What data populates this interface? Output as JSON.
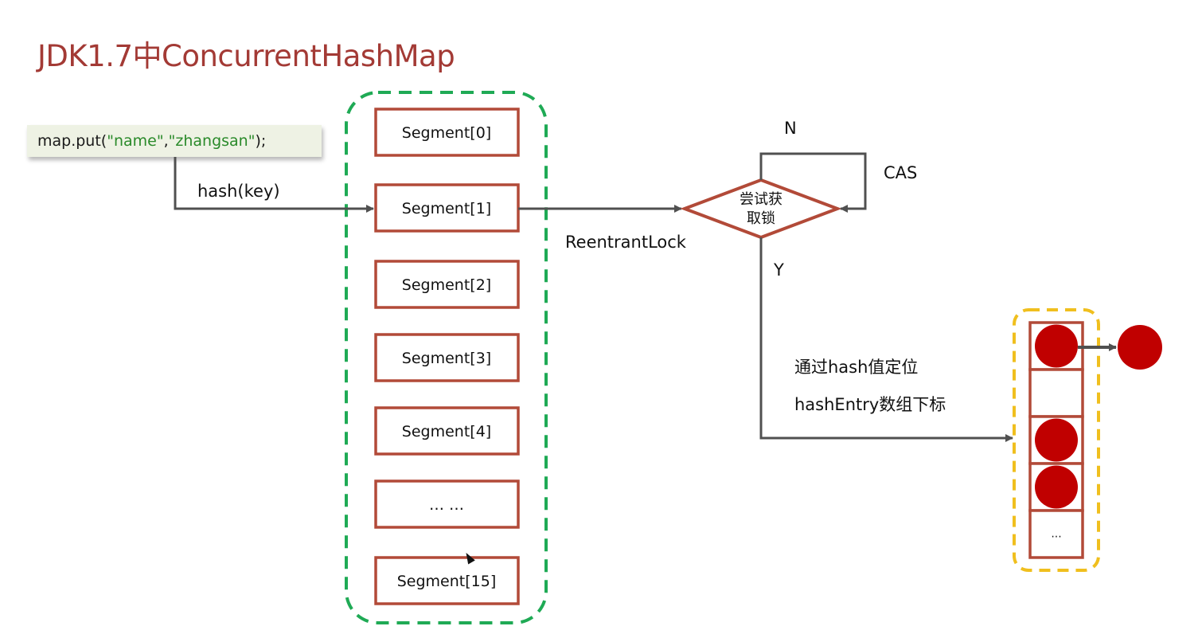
{
  "title": "JDK1.7中ConcurrentHashMap",
  "code": {
    "prefix": "map.put(",
    "key": "\"name\"",
    "sep": ",",
    "value": "\"zhangsan\"",
    "suffix": ");"
  },
  "labels": {
    "hash_key": "hash(key)",
    "reentrant_lock": "ReentrantLock",
    "decision": [
      "尝试获",
      "取锁"
    ],
    "no": "N",
    "yes": "Y",
    "cas": "CAS",
    "locate_line1": "通过hash值定位",
    "locate_line2": "hashEntry数组下标"
  },
  "segments": [
    "Segment[0]",
    "Segment[1]",
    "Segment[2]",
    "Segment[3]",
    "Segment[4]",
    "… …",
    "Segment[15]"
  ],
  "hash_entries": [
    {
      "filled": true,
      "label": ""
    },
    {
      "filled": false,
      "label": ""
    },
    {
      "filled": true,
      "label": ""
    },
    {
      "filled": true,
      "label": ""
    },
    {
      "filled": false,
      "label": "..."
    }
  ],
  "colors": {
    "title": "#a33a35",
    "box_border": "#b24a38",
    "segment_container": "#1faa55",
    "entry_container": "#f0bf1e",
    "node_fill": "#c00000",
    "arrow": "#505050"
  }
}
